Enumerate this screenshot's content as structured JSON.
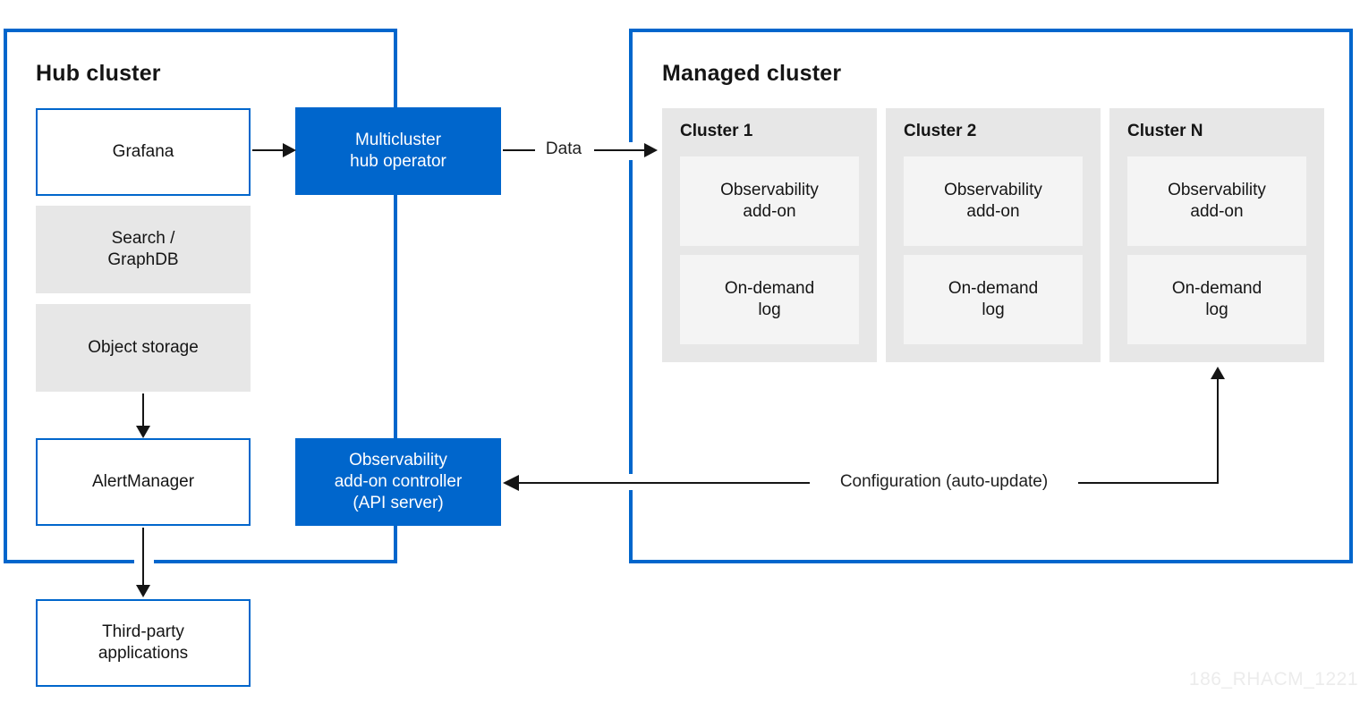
{
  "colors": {
    "brand_blue": "#0066cc",
    "panel_gray": "#e7e7e7",
    "inner_gray": "#f4f4f4",
    "text_dark": "#151515",
    "arrow_black": "#151515",
    "watermark_gray": "#ececec"
  },
  "hub_cluster": {
    "title": "Hub cluster",
    "grafana_label": "Grafana",
    "search_label": "Search /\nGraphDB",
    "object_storage_label": "Object storage",
    "alertmanager_label": "AlertManager",
    "multicluster_operator_label": "Multicluster\nhub operator",
    "addon_controller_label": "Observability\nadd-on controller\n(API server)"
  },
  "managed_cluster": {
    "title": "Managed cluster",
    "clusters": [
      {
        "title": "Cluster 1",
        "addon_label": "Observability\nadd-on",
        "log_label": "On-demand\nlog"
      },
      {
        "title": "Cluster 2",
        "addon_label": "Observability\nadd-on",
        "log_label": "On-demand\nlog"
      },
      {
        "title": "Cluster N",
        "addon_label": "Observability\nadd-on",
        "log_label": "On-demand\nlog"
      }
    ]
  },
  "external": {
    "third_party_label": "Third-party\napplications"
  },
  "flow_labels": {
    "data": "Data",
    "configuration": "Configuration (auto-update)"
  },
  "watermark": "186_RHACM_1221"
}
